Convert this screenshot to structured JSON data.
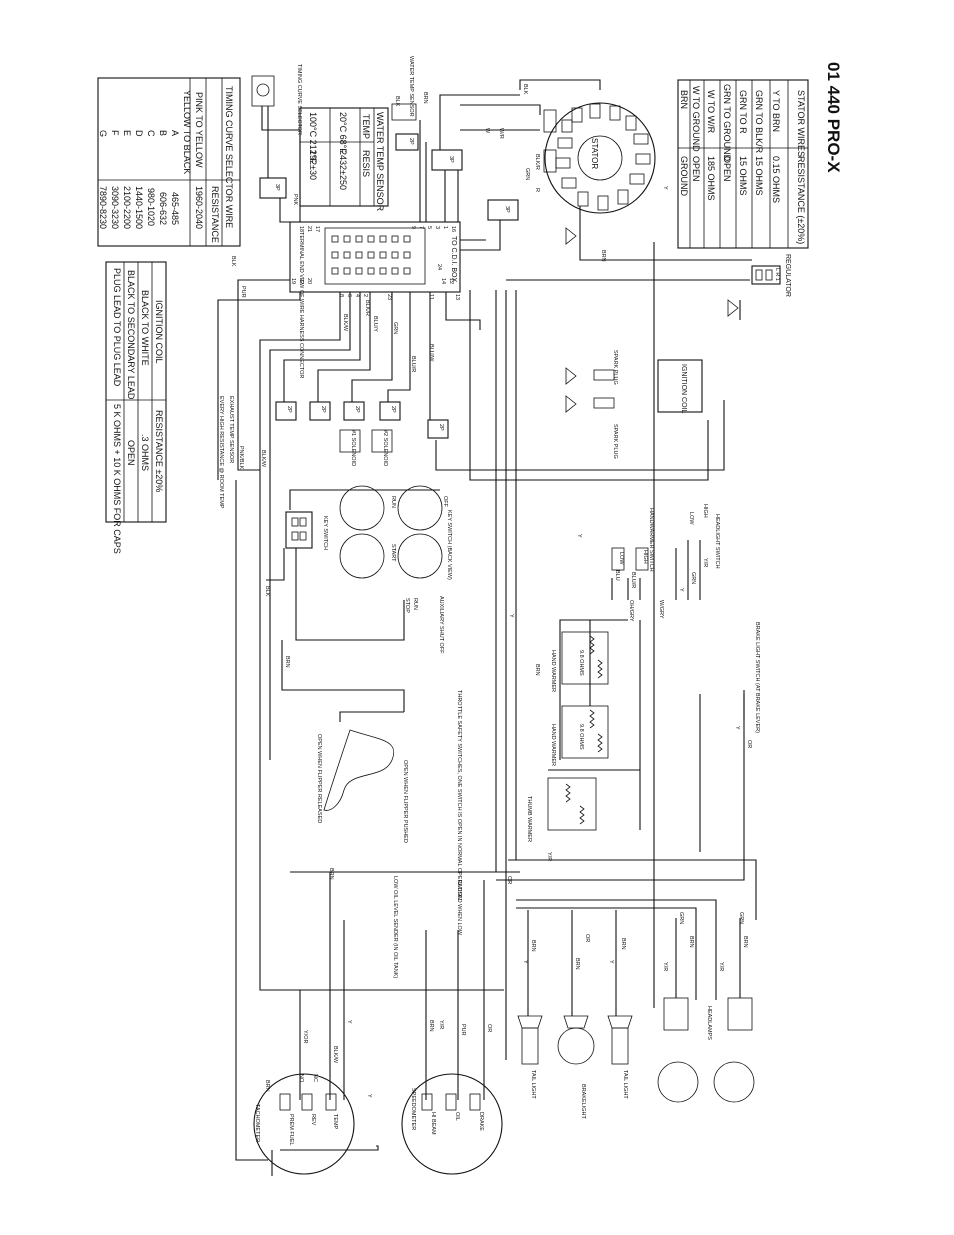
{
  "title": "01 440 PRO-X",
  "stator_table": {
    "headers": [
      "STATOR WIRES",
      "RESISTANCE (±20%)"
    ],
    "rows": [
      [
        "Y TO BRN",
        "0.15 OHMS"
      ],
      [
        "GRN TO BLK/R",
        "15 OHMS"
      ],
      [
        "GRN TO R",
        "15 OHMS"
      ],
      [
        "GRN TO GROUND",
        "OPEN"
      ],
      [
        "W TO W/R",
        "185 OHMS"
      ],
      [
        "W TO GROUND",
        "OPEN"
      ],
      [
        "BRN",
        "GROUND"
      ]
    ]
  },
  "timing_table": {
    "headers": [
      "TIMING CURVE SELECTOR WIRE",
      "RESISTANCE"
    ],
    "rows": [
      [
        "PINK TO YELLOW",
        "1960-2040"
      ],
      [
        "YELLOW TO BLACK",
        ""
      ],
      [
        "A",
        "465-485"
      ],
      [
        "B",
        "606-632"
      ],
      [
        "C",
        "980-1020"
      ],
      [
        "D",
        "1440-1500"
      ],
      [
        "E",
        "2100-2200"
      ],
      [
        "F",
        "3090-3230"
      ],
      [
        "G",
        "7890-8230"
      ]
    ]
  },
  "water_temp_table": {
    "headers": [
      "WATER TEMP SENSOR",
      ""
    ],
    "subheaders": [
      "TEMP",
      "RESIS"
    ],
    "rows": [
      [
        "20°C 68°F",
        "2432±250"
      ],
      [
        "100°C 212°F",
        "192±30"
      ]
    ]
  },
  "ignition_table": {
    "headers": [
      "IGNITION COIL",
      "RESISTANCE ±20%"
    ],
    "rows": [
      [
        "BLACK TO WHITE",
        ".3 OHMS"
      ],
      [
        "BLACK TO SECONDARY LEAD",
        "OPEN"
      ],
      [
        "PLUG LEAD TO PLUG LEAD",
        "5 K OHMS + 10 K OHMS FOR CAPS"
      ]
    ]
  },
  "components": {
    "stator": "STATOR",
    "regulator": "REGULATOR",
    "ignition_coil": "IGNITION COIL",
    "spark_plug": "SPARK PLUG",
    "cdi_box": "TO C.D.I. BOX",
    "terminal_end_view": "TERMINAL END VIEW OF WIRE HARNESS CONNECTOR",
    "timing_curve_selector": "TIMING CURVE SELECTOR",
    "water_temp_sensor": "WATER TEMP SENSOR",
    "exhaust_sensor": "EXHAUST TEMP SENSOR",
    "exhaust_note": "EVERY HIGH RESISTANCE @ ROOM TEMP",
    "solenoid_1": "#1 SOLENOID",
    "solenoid_2": "#2 SOLENOID",
    "key_switch": "KEY SWITCH",
    "key_switch_back": "KEY SWITCH (BACK VIEW)",
    "off": "OFF",
    "start": "START",
    "run": "RUN",
    "stop": "STOP",
    "aux_stop": "AUXILIARY SHUT OFF",
    "headlight_switch": "HEADLIGHT SWITCH",
    "handwarmer_switch": "HANDWARMER SWITCH",
    "hi": "HI",
    "high": "HIGH",
    "low": "LOW",
    "hand_warmer": "HAND WARMER",
    "thumb_warmer": "THUMB WARMER",
    "ohms_1": "9.8 OHMS",
    "ohms_2": "9.8 OHMS",
    "brake_light_switch": "BRAKE LIGHT SWITCH (AT BRAKE LEVER)",
    "throttle_note": "THROTTLE SAFETY SWITCHES, ONE SWITCH IS OPEN IN NORMAL OPERATION.",
    "open_pushed": "OPEN WHEN FLIPPER PUSHED",
    "open_released": "OPEN WHEN FLIPPER RELEASED",
    "oil_sender": "LOW OIL LEVEL SENDER (IN OIL TANK)",
    "closed_when_low": "CLOSED WHEN LOW",
    "headlamps": "HEADLAMPS",
    "tail_light": "TAIL LIGHT",
    "brake_light": "BRAKELIGHT",
    "speedometer": "SPEEDOMETER",
    "tachometer": "TACHOMETER",
    "drake": "DRAKE",
    "oil": "OIL",
    "hi_beam": "HI BEAM",
    "temp": "TEMP",
    "rev": "REV",
    "prem_fuel": "PREM FUEL",
    "nc": "NC",
    "no": "NO",
    "lr": "L R 1",
    "connector_2p": "2P",
    "connector_3p": "3P"
  },
  "wire_labels": {
    "blk": "BLK",
    "brn": "BRN",
    "y": "Y",
    "r": "R",
    "w": "W",
    "wr": "W/R",
    "grn": "GRN",
    "blkr": "BLK/R",
    "pnk": "PNK",
    "pur": "PUR",
    "blkw": "BLK/W",
    "blkr2": "BLK/R",
    "bluy": "BLU/Y",
    "blur": "BLU/R",
    "bluw": "BLU/W",
    "pnkblk": "PNK/BLK",
    "blu": "BLU",
    "ohgry": "OH/GRY",
    "wgry": "W/GRY",
    "yr": "Y/R",
    "or": "OR",
    "ywor": "Y/OR",
    "blkwr": "BLK/W"
  },
  "pin_numbers": [
    "16",
    "1",
    "3",
    "5",
    "7",
    "9",
    "12",
    "14",
    "17",
    "21",
    "22",
    "19",
    "8",
    "6",
    "4",
    "2",
    "11",
    "13",
    "15",
    "10",
    "23",
    "24",
    "18",
    "20"
  ]
}
